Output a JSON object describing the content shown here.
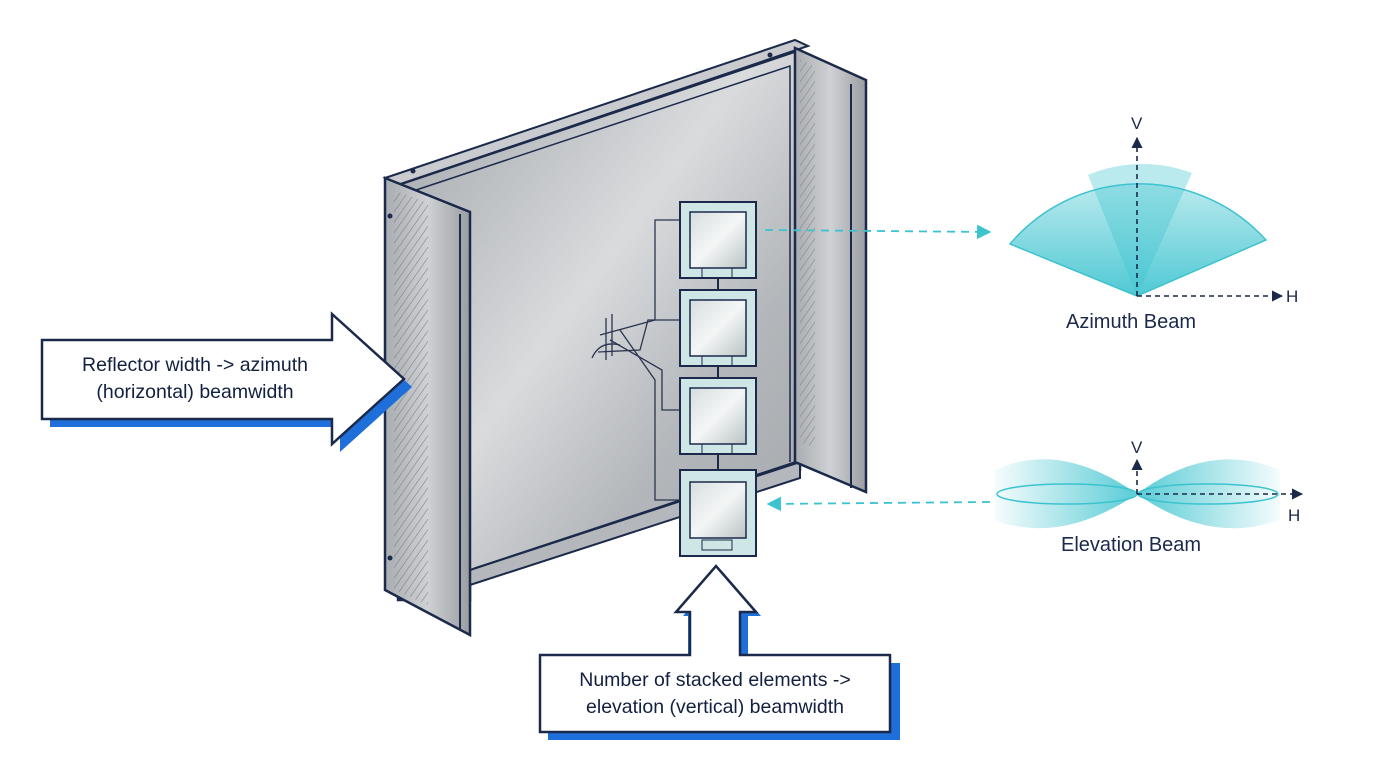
{
  "callouts": {
    "reflector": {
      "line1": "Reflector width -> azimuth",
      "line2": "(horizontal) beamwidth"
    },
    "elements": {
      "line1": "Number of stacked elements ->",
      "line2": "elevation (vertical) beamwidth"
    }
  },
  "azimuth": {
    "title": "Azimuth Beam",
    "axis_v": "V",
    "axis_h": "H"
  },
  "elevation": {
    "title": "Elevation Beam",
    "axis_v": "V",
    "axis_h": "H"
  },
  "colors": {
    "navy": "#1b2a4a",
    "accent_blue": "#1e6fd9",
    "beam_teal": "#3cc3cf",
    "panel_gray": "#bfc2c6"
  }
}
